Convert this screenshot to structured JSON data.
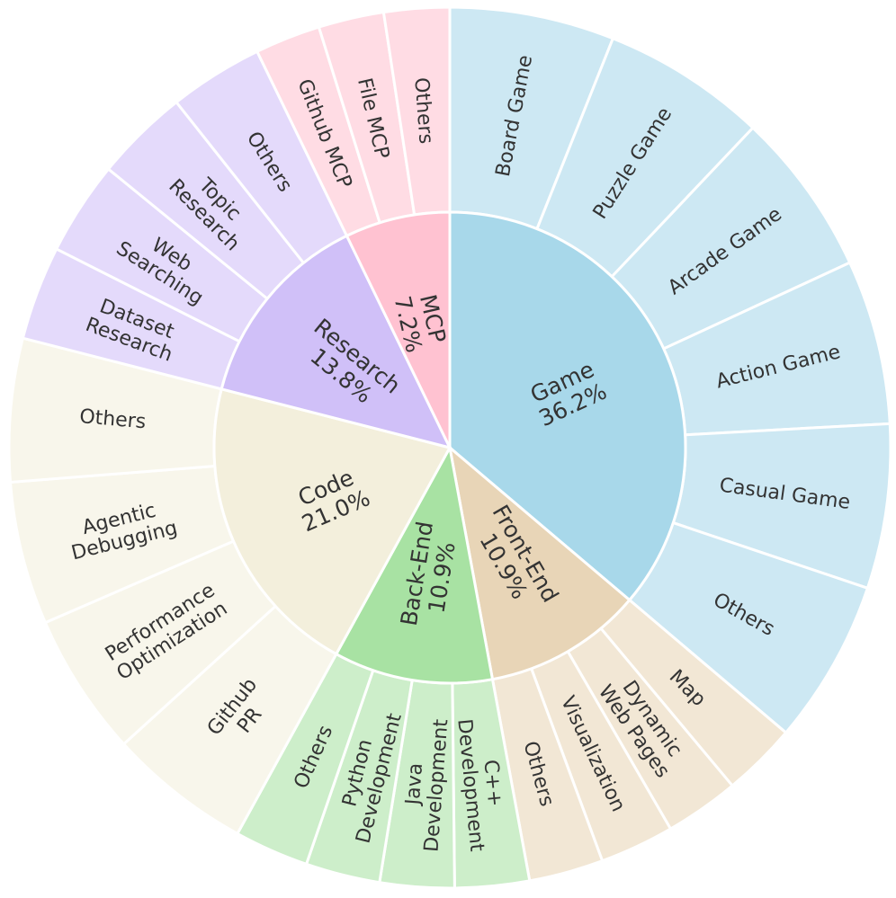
{
  "chart_data": {
    "type": "sunburst",
    "categories": [
      {
        "name": "Game",
        "percent_label": "36.2%",
        "value": 36.2,
        "color": "#a8d8ea",
        "children": [
          {
            "label": "Board Game",
            "value": 1
          },
          {
            "label": "Puzzle Game",
            "value": 1
          },
          {
            "label": "Arcade Game",
            "value": 1
          },
          {
            "label": "Action Game",
            "value": 1
          },
          {
            "label": "Casual Game",
            "value": 1
          },
          {
            "label": "Others",
            "value": 1
          }
        ]
      },
      {
        "name": "Front-End",
        "percent_label": "10.9%",
        "value": 10.9,
        "color": "#e8d5b7",
        "children": [
          {
            "label": "Map",
            "value": 1
          },
          {
            "label": "Dynamic\nWeb Pages",
            "value": 1
          },
          {
            "label": "Visualization",
            "value": 1
          },
          {
            "label": "Others",
            "value": 1
          }
        ]
      },
      {
        "name": "Back-End",
        "percent_label": "10.9%",
        "value": 10.9,
        "color": "#a8e2a3",
        "children": [
          {
            "label": "C++\nDevelopment",
            "value": 1
          },
          {
            "label": "Java\nDevelopment",
            "value": 1
          },
          {
            "label": "Python\nDevelopment",
            "value": 1
          },
          {
            "label": "Others",
            "value": 1
          }
        ]
      },
      {
        "name": "Code",
        "percent_label": "21.0%",
        "value": 21.0,
        "color": "#f3efdc",
        "children": [
          {
            "label": "Github\nPR",
            "value": 1
          },
          {
            "label": "Performance\nOptimization",
            "value": 1
          },
          {
            "label": "Agentic\nDebugging",
            "value": 1
          },
          {
            "label": "Others",
            "value": 1
          }
        ]
      },
      {
        "name": "Research",
        "percent_label": "13.8%",
        "value": 13.8,
        "color": "#d0c0f8",
        "children": [
          {
            "label": "Dataset\nResearch",
            "value": 1
          },
          {
            "label": "Web\nSearching",
            "value": 1
          },
          {
            "label": "Topic\nResearch",
            "value": 1
          },
          {
            "label": "Others",
            "value": 1
          }
        ]
      },
      {
        "name": "MCP",
        "percent_label": "7.2%",
        "value": 7.2,
        "color": "#ffc2d1",
        "children": [
          {
            "label": "Github MCP",
            "value": 1
          },
          {
            "label": "File MCP",
            "value": 1
          },
          {
            "label": "Others",
            "value": 1
          }
        ]
      }
    ]
  }
}
